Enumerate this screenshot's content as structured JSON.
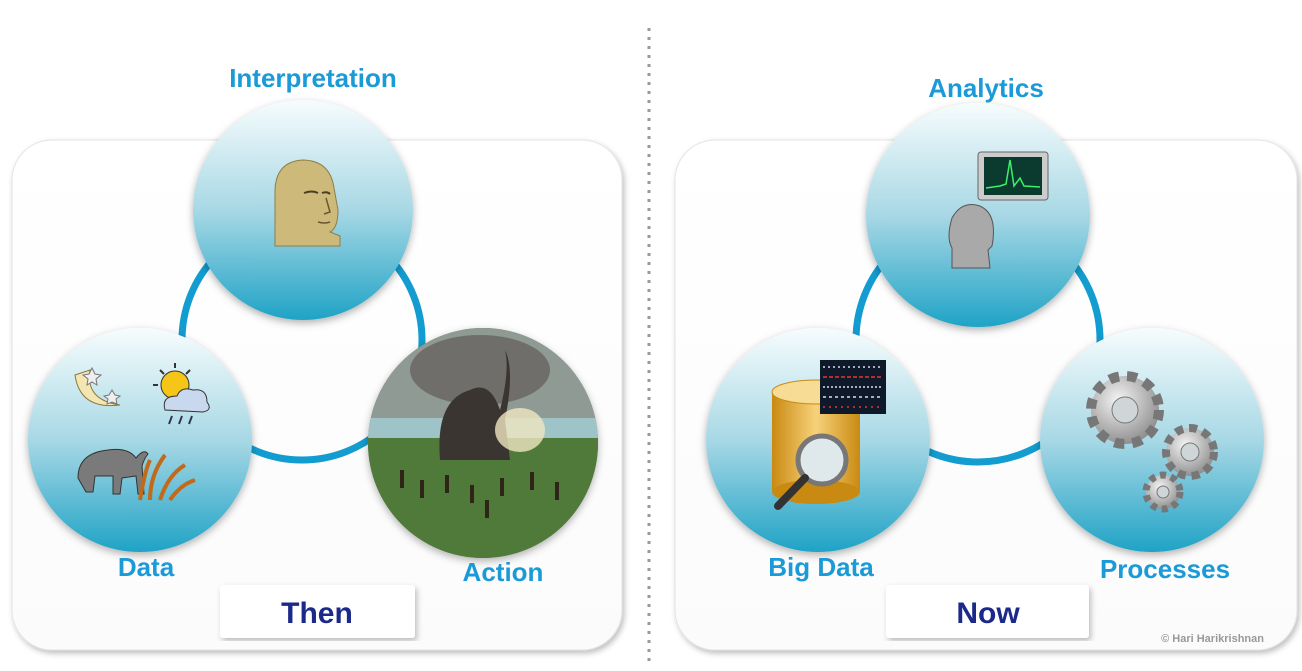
{
  "then_panel": {
    "tab_label": "Then",
    "nodes": [
      {
        "label": "Interpretation",
        "icon": "caveman-head-icon"
      },
      {
        "label": "Data",
        "icon": "nature-signs-icon"
      },
      {
        "label": "Action",
        "icon": "mammoth-hunt-icon"
      }
    ]
  },
  "now_panel": {
    "tab_label": "Now",
    "nodes": [
      {
        "label": "Analytics",
        "icon": "analyst-head-monitor-icon"
      },
      {
        "label": "Big Data",
        "icon": "database-magnifier-icon"
      },
      {
        "label": "Processes",
        "icon": "gears-icon"
      }
    ]
  },
  "copyright": "© Hari Harikrishnan",
  "colors": {
    "label": "#1a9ad6",
    "ring": "#129ccf",
    "tab_text": "#1b2a8a"
  }
}
